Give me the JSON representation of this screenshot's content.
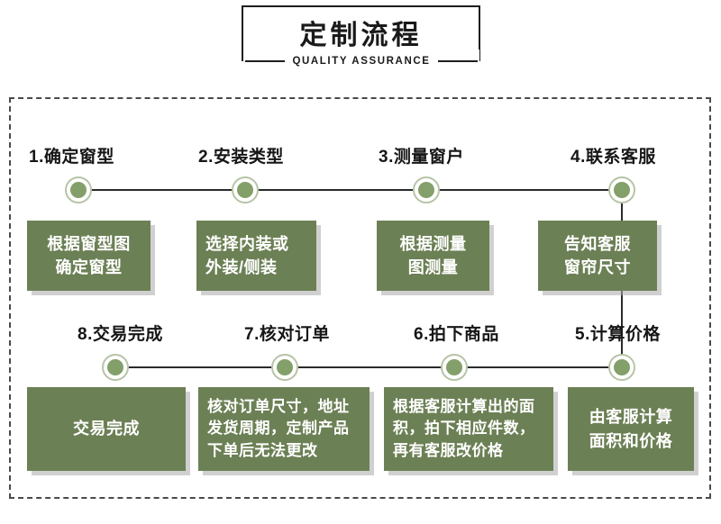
{
  "header": {
    "title": "定制流程",
    "subtitle": "QUALITY ASSURANCE"
  },
  "colors": {
    "box_green": "#6c8055",
    "node_fill": "#84a06a",
    "node_ring": "#b6c4a6",
    "rail": "#2b2b2b",
    "dashed_border": "#4a4a4a",
    "text_dark": "#161616",
    "box_text": "#ffffff"
  },
  "flow": {
    "row1": [
      {
        "label": "1.确定窗型",
        "box_lines": [
          "根据窗型图",
          "确定窗型"
        ],
        "align": "center"
      },
      {
        "label": "2.安装类型",
        "box_lines": [
          "选择内装或",
          "外装/侧装"
        ],
        "align": "left"
      },
      {
        "label": "3.测量窗户",
        "box_lines": [
          "根据测量",
          "图测量"
        ],
        "align": "center"
      },
      {
        "label": "4.联系客服",
        "box_lines": [
          "告知客服",
          "窗帘尺寸"
        ],
        "align": "center"
      }
    ],
    "row2": [
      {
        "label": "8.交易完成",
        "box_lines": [
          "交易完成"
        ],
        "align": "center"
      },
      {
        "label": "7.核对订单",
        "box_lines": [
          "核对订单尺寸，地址",
          "发货周期，定制产品",
          "下单后无法更改"
        ],
        "align": "left"
      },
      {
        "label": "6.拍下商品",
        "box_lines": [
          "根据客服计算出的面",
          "积，拍下相应件数，",
          "再有客服改价格"
        ],
        "align": "left"
      },
      {
        "label": "5.计算价格",
        "box_lines": [
          "由客服计算",
          "面积和价格"
        ],
        "align": "center"
      }
    ]
  }
}
